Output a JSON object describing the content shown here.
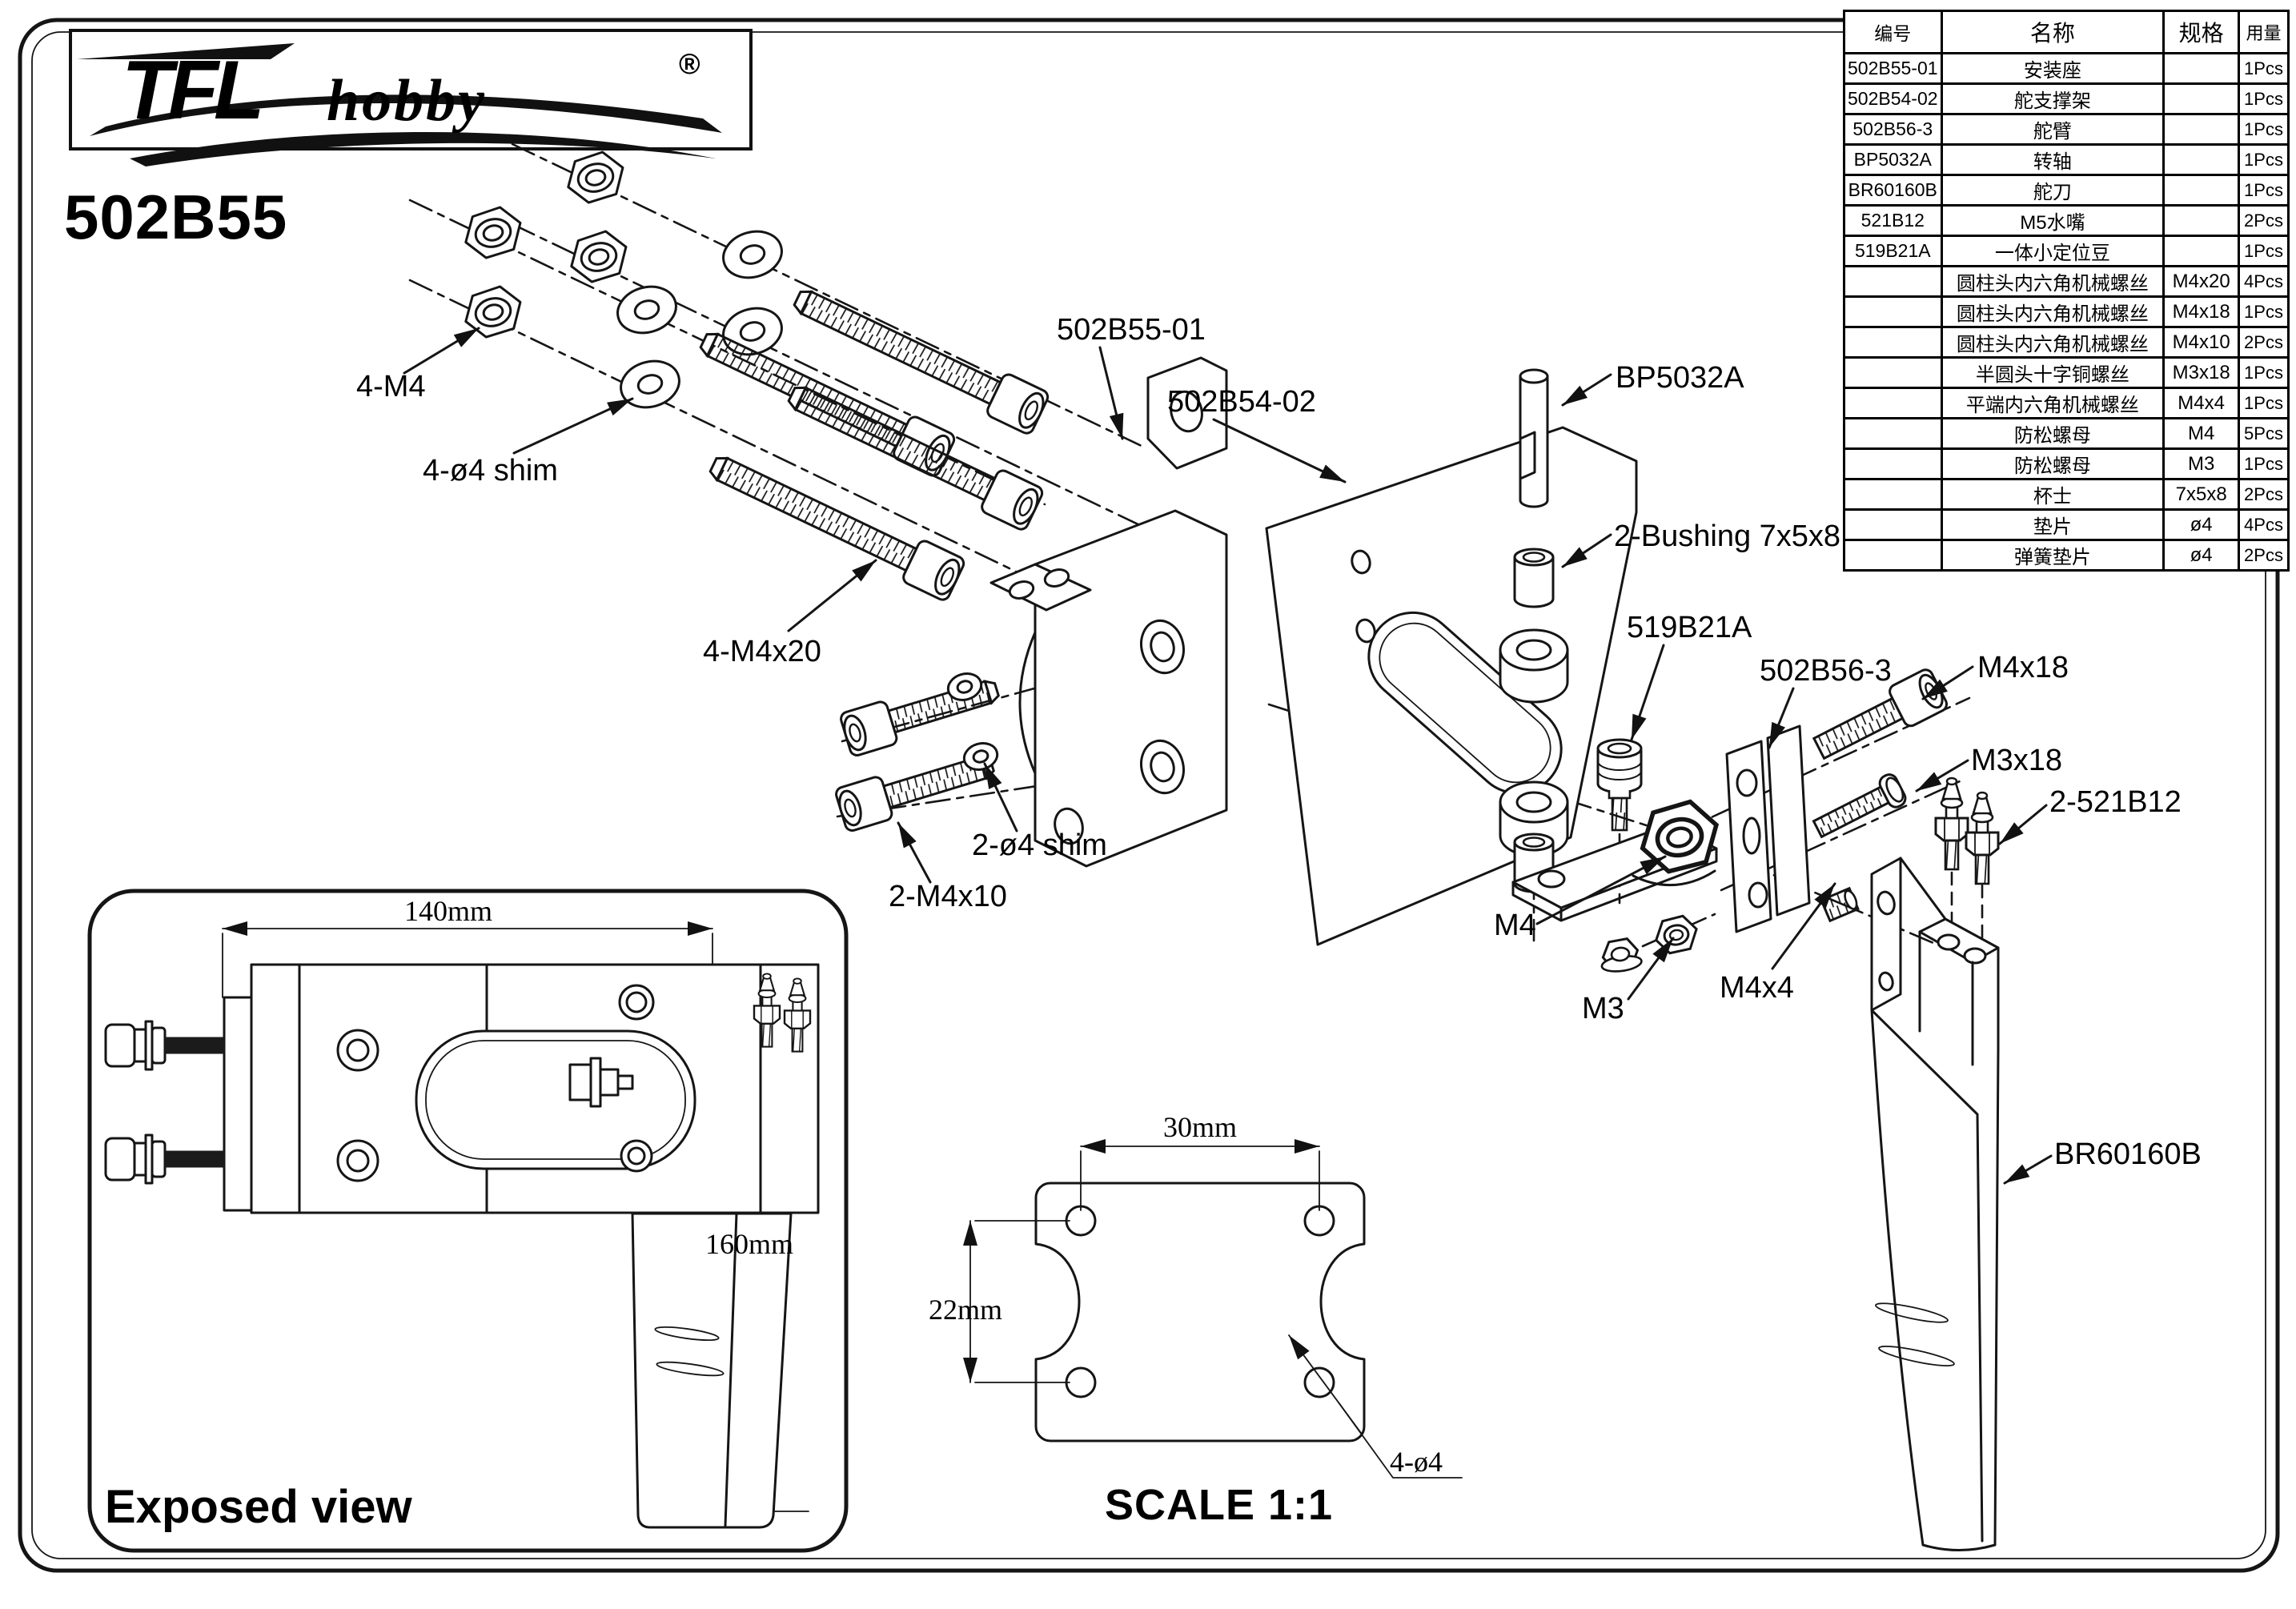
{
  "brand": {
    "logo_main": "TFL",
    "logo_sub": "hobby",
    "registered": "®"
  },
  "product_code": "502B55",
  "parts_table": {
    "headers": [
      "编号",
      "名称",
      "规格",
      "用量"
    ],
    "rows": [
      {
        "code": "502B55-01",
        "name": "安装座",
        "spec": "",
        "qty": "1Pcs"
      },
      {
        "code": "502B54-02",
        "name": "舵支撑架",
        "spec": "",
        "qty": "1Pcs"
      },
      {
        "code": "502B56-3",
        "name": "舵臂",
        "spec": "",
        "qty": "1Pcs"
      },
      {
        "code": "BP5032A",
        "name": "转轴",
        "spec": "",
        "qty": "1Pcs"
      },
      {
        "code": "BR60160B",
        "name": "舵刀",
        "spec": "",
        "qty": "1Pcs"
      },
      {
        "code": "521B12",
        "name": "M5水嘴",
        "spec": "",
        "qty": "2Pcs"
      },
      {
        "code": "519B21A",
        "name": "一体小定位豆",
        "spec": "",
        "qty": "1Pcs"
      },
      {
        "code": "",
        "name": "圆柱头内六角机械螺丝",
        "spec": "M4x20",
        "qty": "4Pcs"
      },
      {
        "code": "",
        "name": "圆柱头内六角机械螺丝",
        "spec": "M4x18",
        "qty": "1Pcs"
      },
      {
        "code": "",
        "name": "圆柱头内六角机械螺丝",
        "spec": "M4x10",
        "qty": "2Pcs"
      },
      {
        "code": "",
        "name": "半圆头十字铜螺丝",
        "spec": "M3x18",
        "qty": "1Pcs"
      },
      {
        "code": "",
        "name": "平端内六角机械螺丝",
        "spec": "M4x4",
        "qty": "1Pcs"
      },
      {
        "code": "",
        "name": "防松螺母",
        "spec": "M4",
        "qty": "5Pcs"
      },
      {
        "code": "",
        "name": "防松螺母",
        "spec": "M3",
        "qty": "1Pcs"
      },
      {
        "code": "",
        "name": "杯士",
        "spec": "7x5x8",
        "qty": "2Pcs"
      },
      {
        "code": "",
        "name": "垫片",
        "spec": "ø4",
        "qty": "4Pcs"
      },
      {
        "code": "",
        "name": "弹簧垫片",
        "spec": "ø4",
        "qty": "2Pcs"
      }
    ]
  },
  "diagram": {
    "labels": {
      "nuts4": "4-M4",
      "shims4": "4-ø4 shim",
      "screws4": "4-M4x20",
      "mount_bracket": "502B55-01",
      "support_bracket": "502B54-02",
      "pivot_shaft": "BP5032A",
      "bushings": "2-Bushing 7x5x8",
      "ball_link": "519B21A",
      "rudder_arm": "502B56-3",
      "screw_m4x18": "M4x18",
      "screw_m3x18": "M3x18",
      "water_nozzles": "2-521B12",
      "shims2": "2-ø4 shim",
      "screws2": "2-M4x10",
      "nut_m4": "M4",
      "nut_m3": "M3",
      "set_screw": "M4x4",
      "rudder_blade": "BR60160B"
    },
    "exposed_view": {
      "title": "Exposed view",
      "width_dim": "140mm",
      "height_dim": "160mm"
    },
    "scale_view": {
      "title": "SCALE 1:1",
      "width_dim": "30mm",
      "height_dim": "22mm",
      "holes": "4-ø4"
    }
  }
}
